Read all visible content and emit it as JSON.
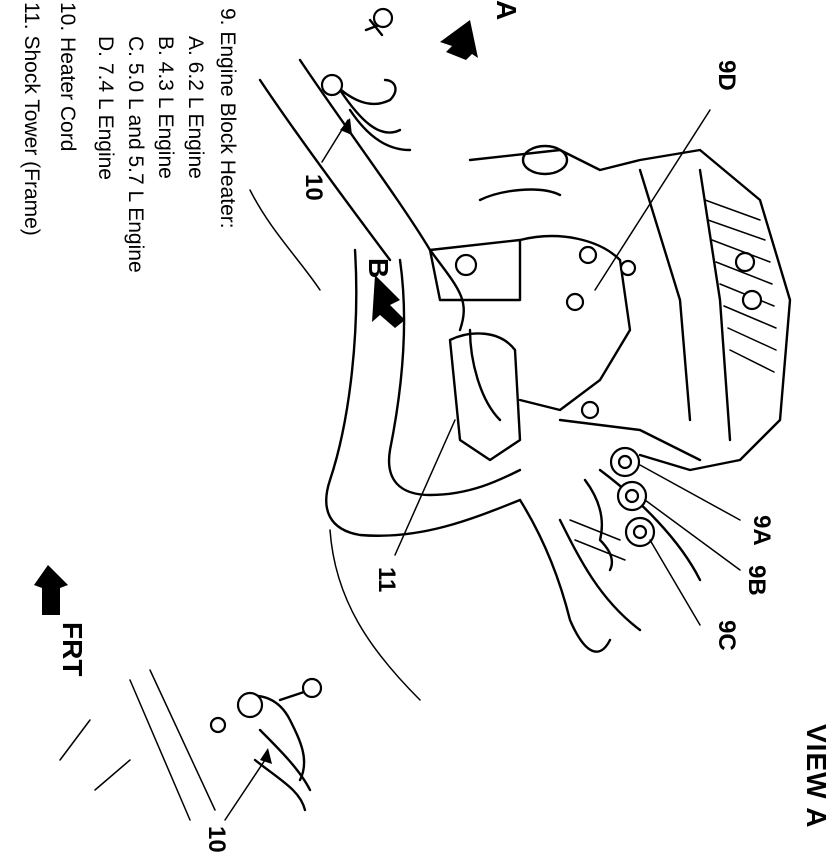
{
  "legend": {
    "item9": "9.  Engine Block Heater:",
    "item9a": "A.  6.2 L Engine",
    "item9b": "B.  4.3 L Engine",
    "item9c": "C.  5.0 L and 5.7 L Engine",
    "item9d": "D.  7.4 L Engine",
    "item10": "10.  Heater Cord",
    "item11": "11.  Shock Tower (Frame)"
  },
  "callouts": {
    "c9a": "9A",
    "c9b": "9B",
    "c9c": "9C",
    "c9d": "9D",
    "c10_top": "10",
    "c10_bottom": "10",
    "c11": "11"
  },
  "view_arrows": {
    "a": "A",
    "b": "B",
    "frt": "FRT"
  },
  "view_label": "VIEW A"
}
